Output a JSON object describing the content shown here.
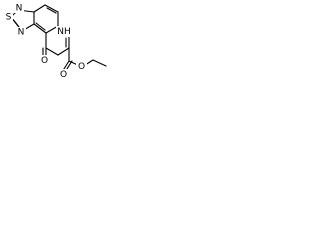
{
  "molecule": {
    "atom_labels": {
      "s": "S",
      "n_top": "N",
      "n_left": "N",
      "nh": "NH",
      "o_ketone": "O",
      "o_ester_carbonyl": "O",
      "o_ester": "O"
    }
  }
}
